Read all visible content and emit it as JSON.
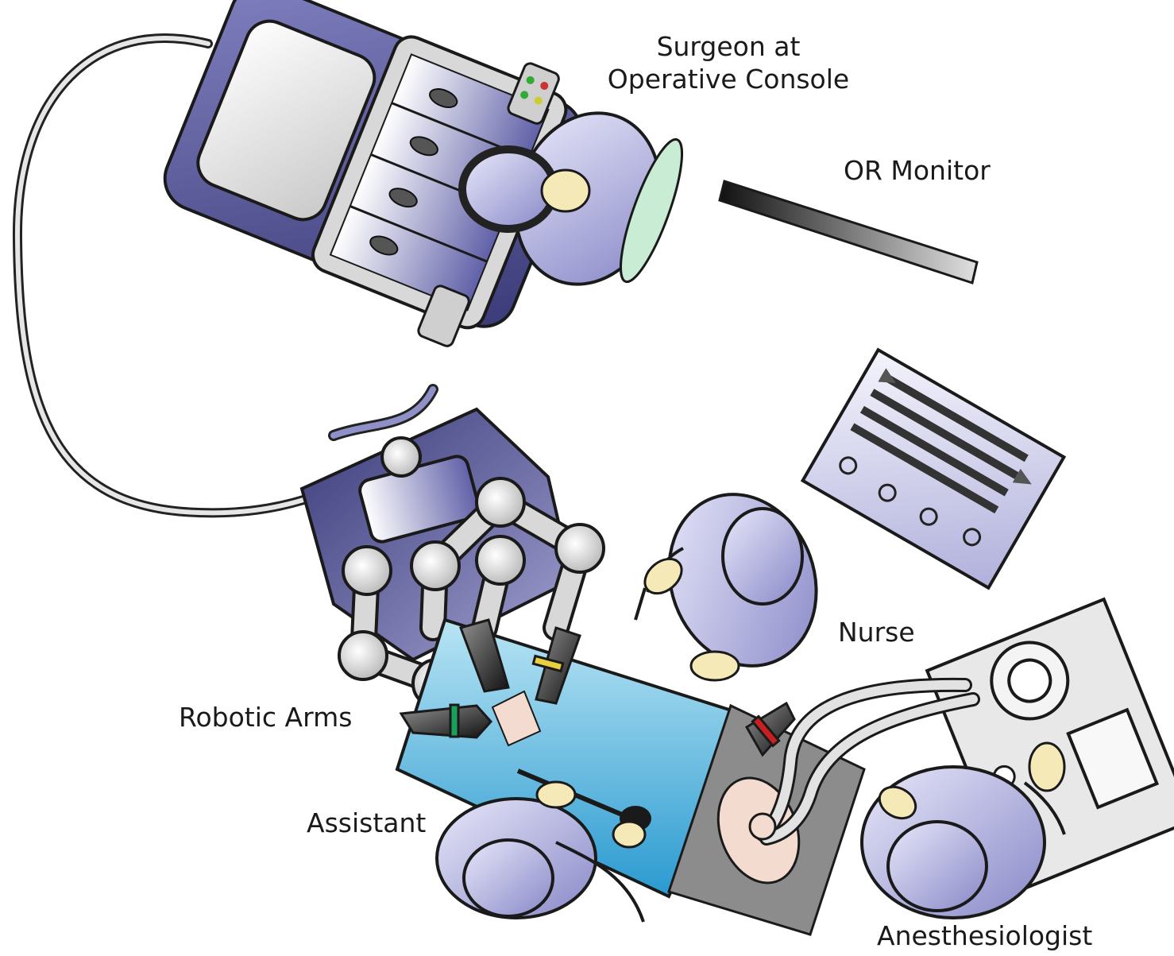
{
  "labels": {
    "surgeon_line1": "Surgeon at",
    "surgeon_line2": "Operative Console",
    "or_monitor": "OR Monitor",
    "nurse": "Nurse",
    "robotic_arms": "Robotic Arms",
    "assistant": "Assistant",
    "anesthesiologist": "Anesthesiologist"
  },
  "colors": {
    "gown": "#b8b8e8",
    "console": "#5a5a9a",
    "drape": "#7ec8e8",
    "skin": "#f5e9b8",
    "outline": "#1a1a1a",
    "arm_joint": "#e0e0e0"
  }
}
